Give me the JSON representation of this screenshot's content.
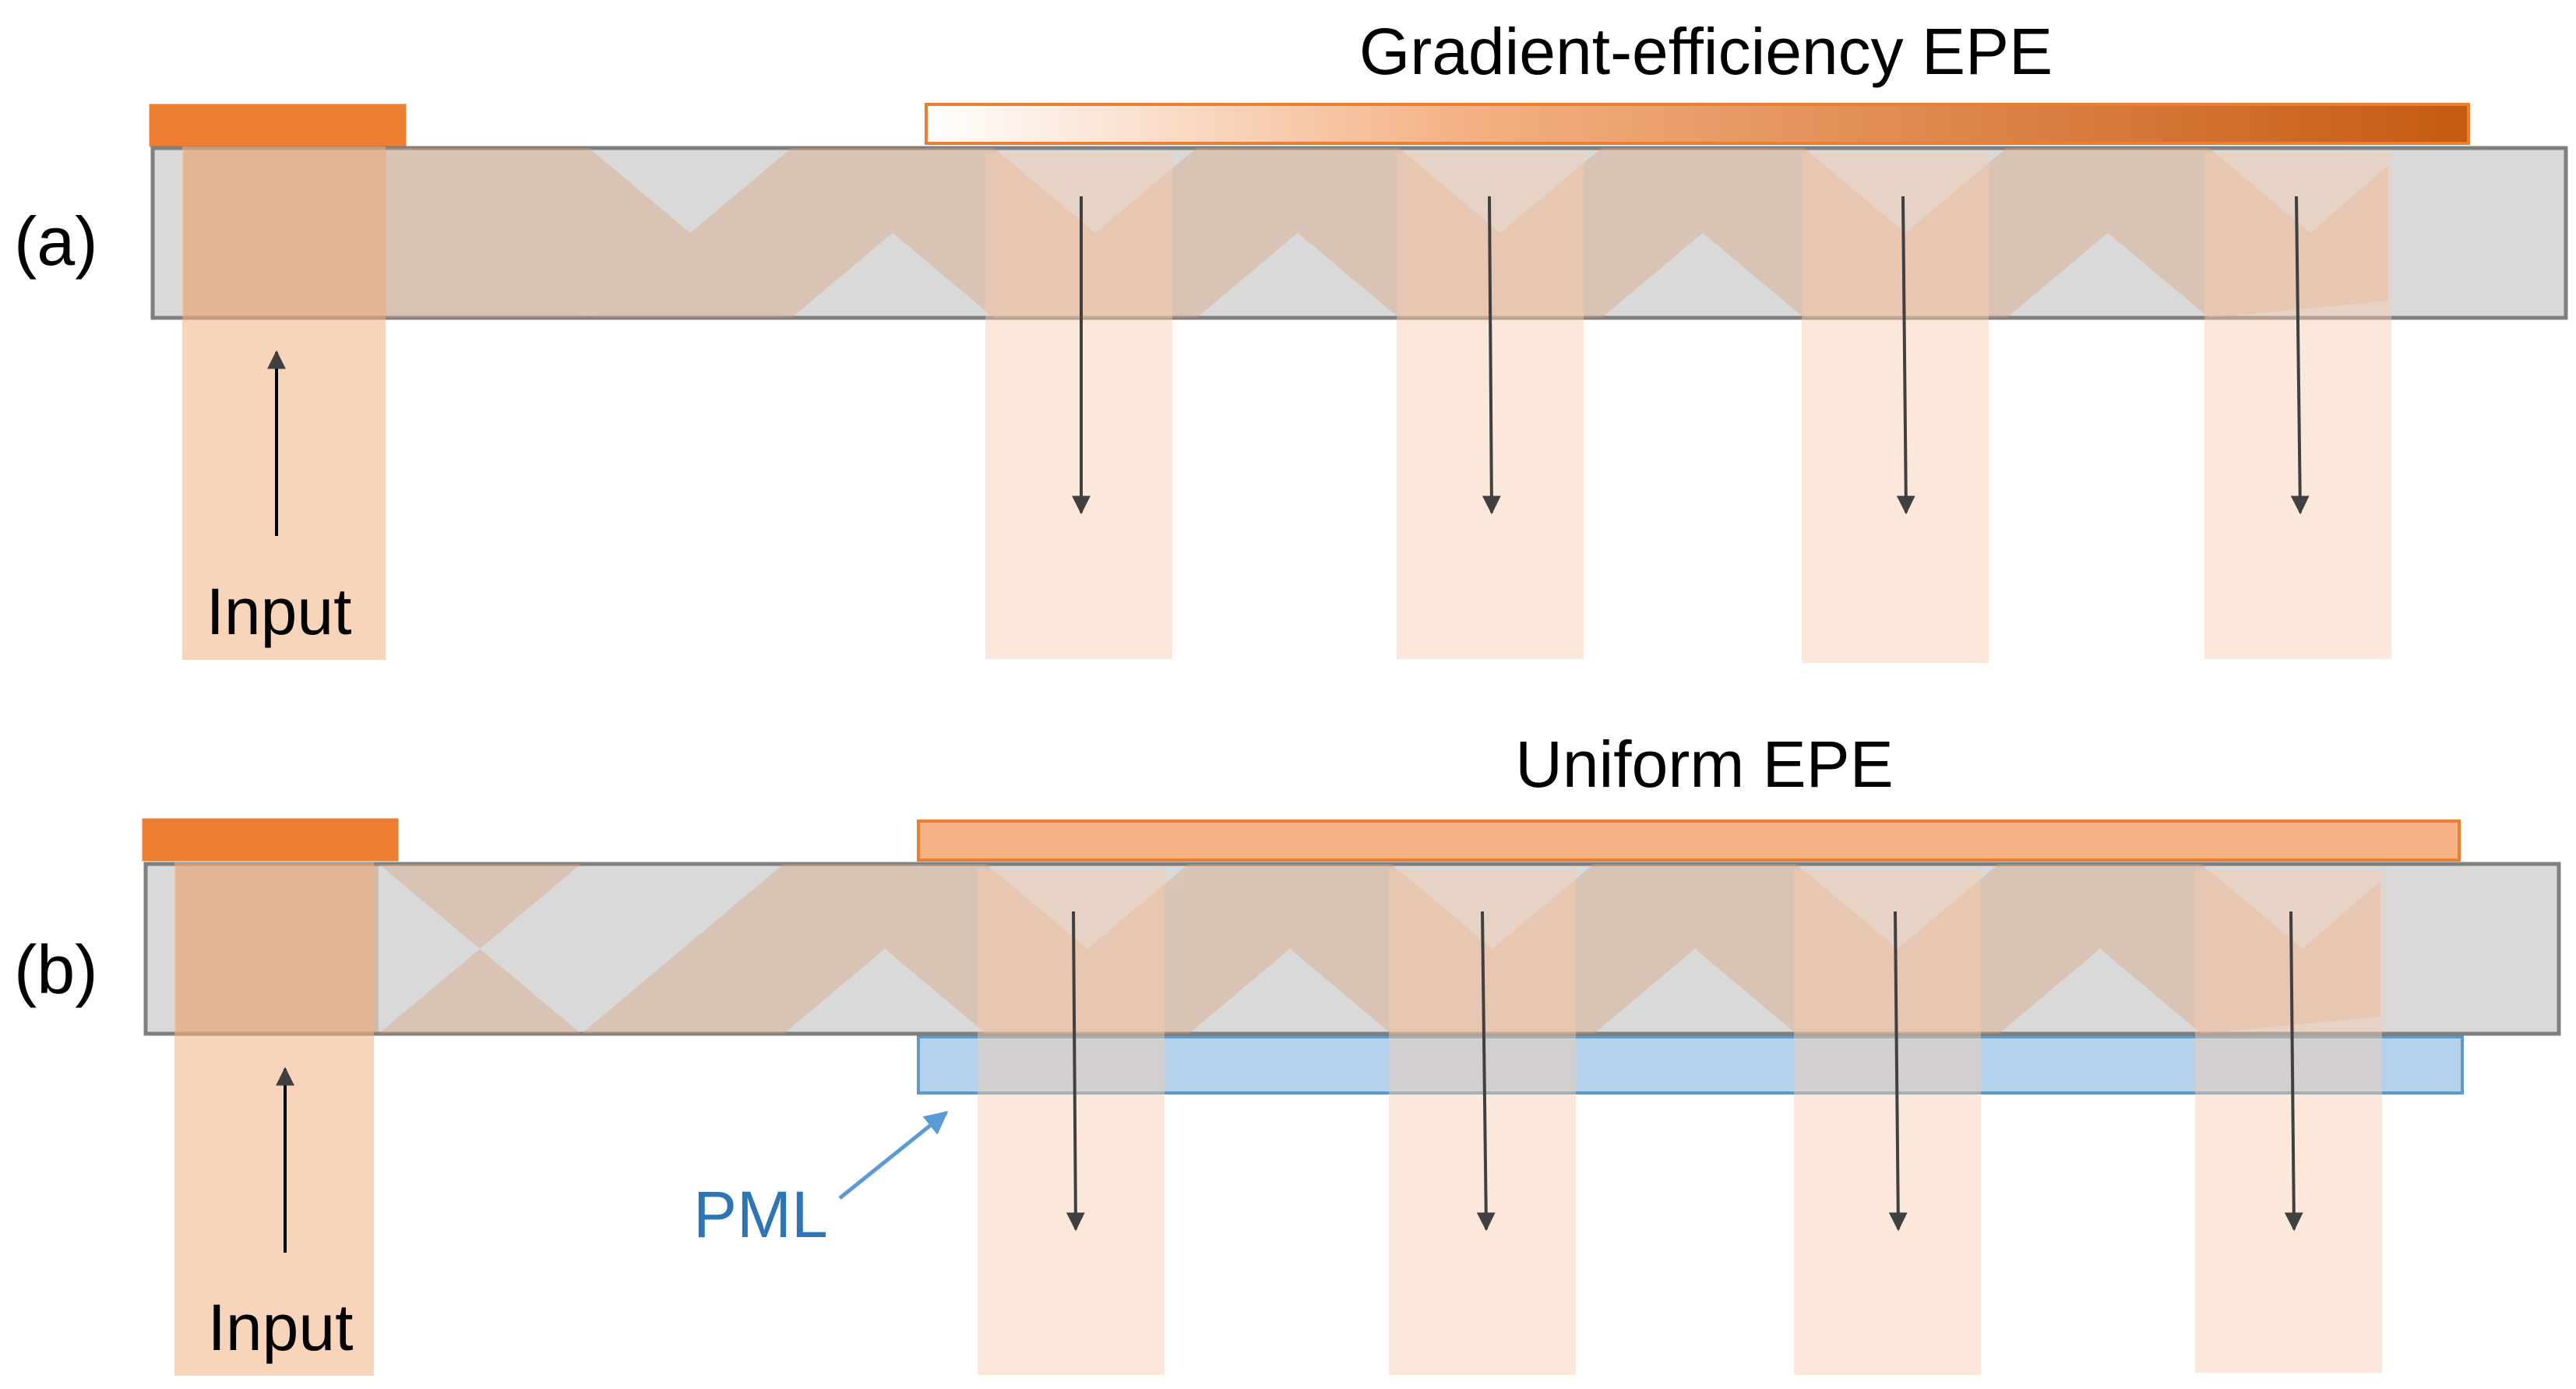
{
  "panels": [
    {
      "id": "a",
      "panel_label": "(a)",
      "epe_title": "Gradient-efficiency EPE",
      "epe_style": "gradient",
      "input_label": "Input",
      "output_couplers": 4,
      "pml_label": null
    },
    {
      "id": "b",
      "panel_label": "(b)",
      "epe_title": "Uniform EPE",
      "epe_style": "uniform",
      "input_label": "Input",
      "output_couplers": 4,
      "pml_label": "PML"
    }
  ],
  "colors": {
    "waveguide_fill": "#d9d9d9",
    "waveguide_stroke": "#7f7f7f",
    "input_grating": "#ed7d31",
    "uniform_epe": "#f4b183",
    "gradient_start": "#ffffff",
    "gradient_end": "#c55a11",
    "beam": "#f8cbad",
    "pml_fill": "#9dc3e6",
    "pml_stroke": "#2e75b6",
    "pml_text": "#2e75b6",
    "arrow": "#404040"
  }
}
